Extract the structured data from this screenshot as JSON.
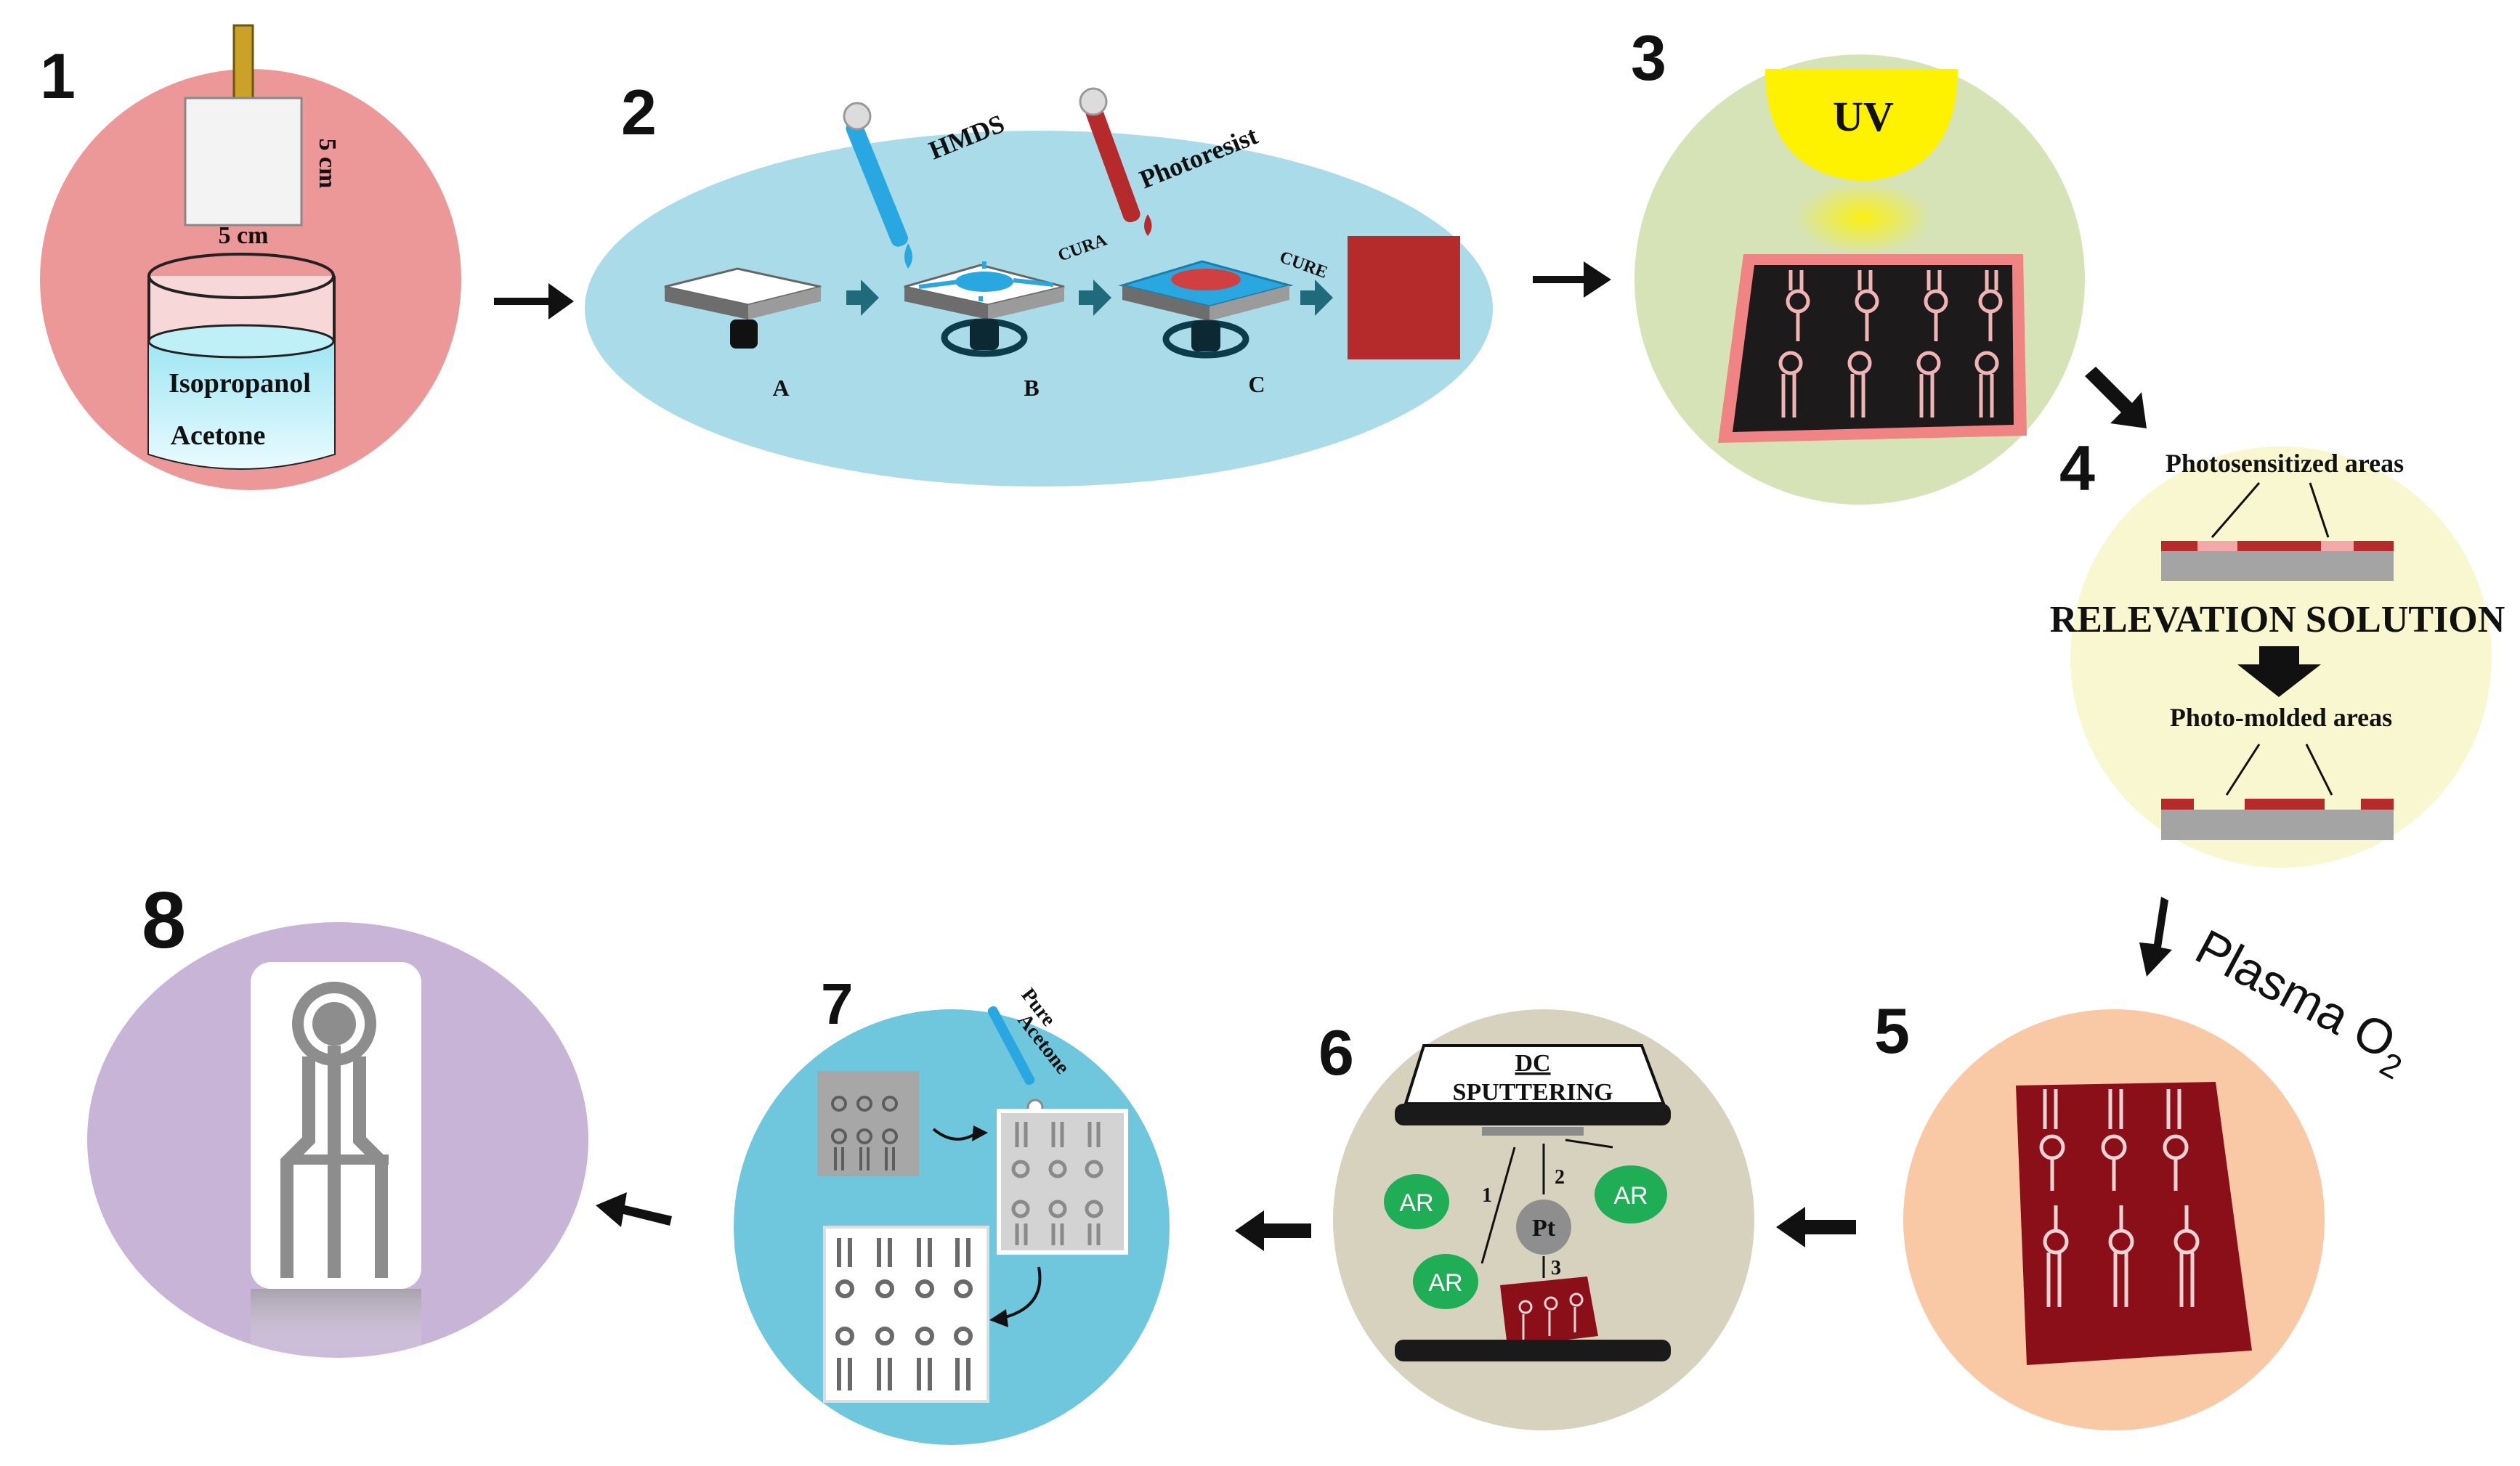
{
  "steps": {
    "s1": {
      "number": "1",
      "dim_vertical": "5 cm",
      "dim_horizontal": "5 cm",
      "liquid_top": "Isopropanol",
      "liquid_bottom": "Acetone"
    },
    "s2": {
      "number": "2",
      "hmds": "HMDS",
      "photoresist": "Photoresist",
      "cure_1": "CURA",
      "cure_2": "CURE",
      "stage_a": "A",
      "stage_b": "B",
      "stage_c": "C"
    },
    "s3": {
      "number": "3",
      "uv": "UV"
    },
    "s4": {
      "number": "4",
      "photosensitized": "Photosensitized areas",
      "relevation": "RELEVATION SOLUTION",
      "photomolded": "Photo-molded areas"
    },
    "s5": {
      "number": "5",
      "plasma": "Plasma O",
      "plasma_sub": "2"
    },
    "s6": {
      "number": "6",
      "dc": "DC",
      "sputtering": "SPUTTERING",
      "ar_1": "AR",
      "ar_2": "AR",
      "ar_3": "AR",
      "pt": "Pt",
      "path_1": "1",
      "path_2": "2",
      "path_3": "3"
    },
    "s7": {
      "number": "7",
      "pure": "Pure",
      "acetone": "Acetone"
    },
    "s8": {
      "number": "8"
    }
  },
  "colors": {
    "step1_bg": "#ec9898",
    "step2_bg": "#a9dbe9",
    "step3_bg": "#d6e3b6",
    "step4_bg": "#f9f7cf",
    "step5_bg": "#f8c9a4",
    "step6_bg": "#d7d2bd",
    "step7_bg": "#6fc7de",
    "step8_bg": "#c8b4d6",
    "photoresist": "#b52b2b",
    "hmds": "#29a7e0",
    "argon": "#1fae55",
    "uv": "#fff200"
  }
}
